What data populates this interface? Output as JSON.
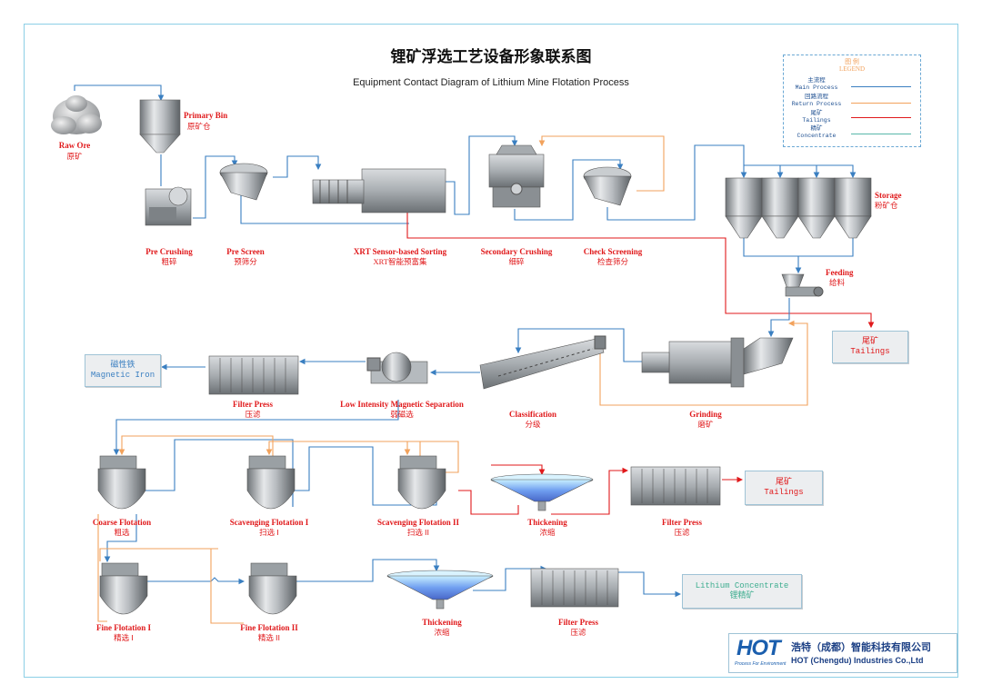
{
  "title_cn": "锂矿浮选工艺设备形象联系图",
  "title_en": "Equipment Contact Diagram of Lithium Mine Flotation Process",
  "legend": {
    "title": "图  例",
    "title_en": "LEGEND",
    "items": [
      {
        "cn": "主流程",
        "en": "Main Process",
        "color": "#3a7fc1"
      },
      {
        "cn": "回路流程",
        "en": "Return Process",
        "color": "#f2a25c"
      },
      {
        "cn": "尾矿",
        "en": "Tailings",
        "color": "#e0191b"
      },
      {
        "cn": "精矿",
        "en": "Concentrate",
        "color": "#58b7a9"
      }
    ]
  },
  "labels": {
    "raw_ore": {
      "en": "Raw Ore",
      "cn": "原矿"
    },
    "primary_bin": {
      "en": "Primary Bin",
      "cn": "原矿仓"
    },
    "pre_crushing": {
      "en": "Pre Crushing",
      "cn": "粗碎"
    },
    "pre_screen": {
      "en": "Pre Screen",
      "cn": "预筛分"
    },
    "xrt": {
      "en": "XRT Sensor-based Sorting",
      "cn": "XRT智能预富集"
    },
    "secondary_crushing": {
      "en": "Secondary Crushing",
      "cn": "细碎"
    },
    "check_screening": {
      "en": "Check Screening",
      "cn": "检查筛分"
    },
    "storage": {
      "en": "Storage",
      "cn": "粉矿仓"
    },
    "feeding": {
      "en": "Feeding",
      "cn": "给料"
    },
    "grinding": {
      "en": "Grinding",
      "cn": "磨矿"
    },
    "classification": {
      "en": "Classification",
      "cn": "分级"
    },
    "lims": {
      "en": "Low Intensity Magnetic Separation",
      "cn": "弱磁选"
    },
    "filter_press_1": {
      "en": "Filter Press",
      "cn": "压滤"
    },
    "coarse_flotation": {
      "en": "Coarse Flotation",
      "cn": "粗选"
    },
    "scavenging_1": {
      "en": "Scavenging Flotation I",
      "cn": "扫选 Ⅰ"
    },
    "scavenging_2": {
      "en": "Scavenging Flotation II",
      "cn": "扫选 ⅠⅠ"
    },
    "thickening_1": {
      "en": "Thickening",
      "cn": "浓缩"
    },
    "filter_press_2": {
      "en": "Filter Press",
      "cn": "压滤"
    },
    "fine_flotation_1": {
      "en": "Fine Flotation I",
      "cn": "精选 Ⅰ"
    },
    "fine_flotation_2": {
      "en": "Fine Flotation II",
      "cn": "精选 ⅠⅠ"
    },
    "thickening_2": {
      "en": "Thickening",
      "cn": "浓缩"
    },
    "filter_press_3": {
      "en": "Filter Press",
      "cn": "压滤"
    }
  },
  "boxes": {
    "tailings_1": {
      "cn": "尾矿",
      "en": "Tailings"
    },
    "magnetic_iron": {
      "cn": "磁性铁",
      "en": "Magnetic Iron"
    },
    "tailings_2": {
      "cn": "尾矿",
      "en": "Tailings"
    },
    "lithium_concentrate": {
      "en": "Lithium Concentrate",
      "cn": "锂精矿"
    }
  },
  "company": {
    "logo": "HOT",
    "slogan": "Process For Environment",
    "cn": "浩特（成都）智能科技有限公司",
    "en": "HOT (Chengdu) Industries Co.,Ltd"
  }
}
